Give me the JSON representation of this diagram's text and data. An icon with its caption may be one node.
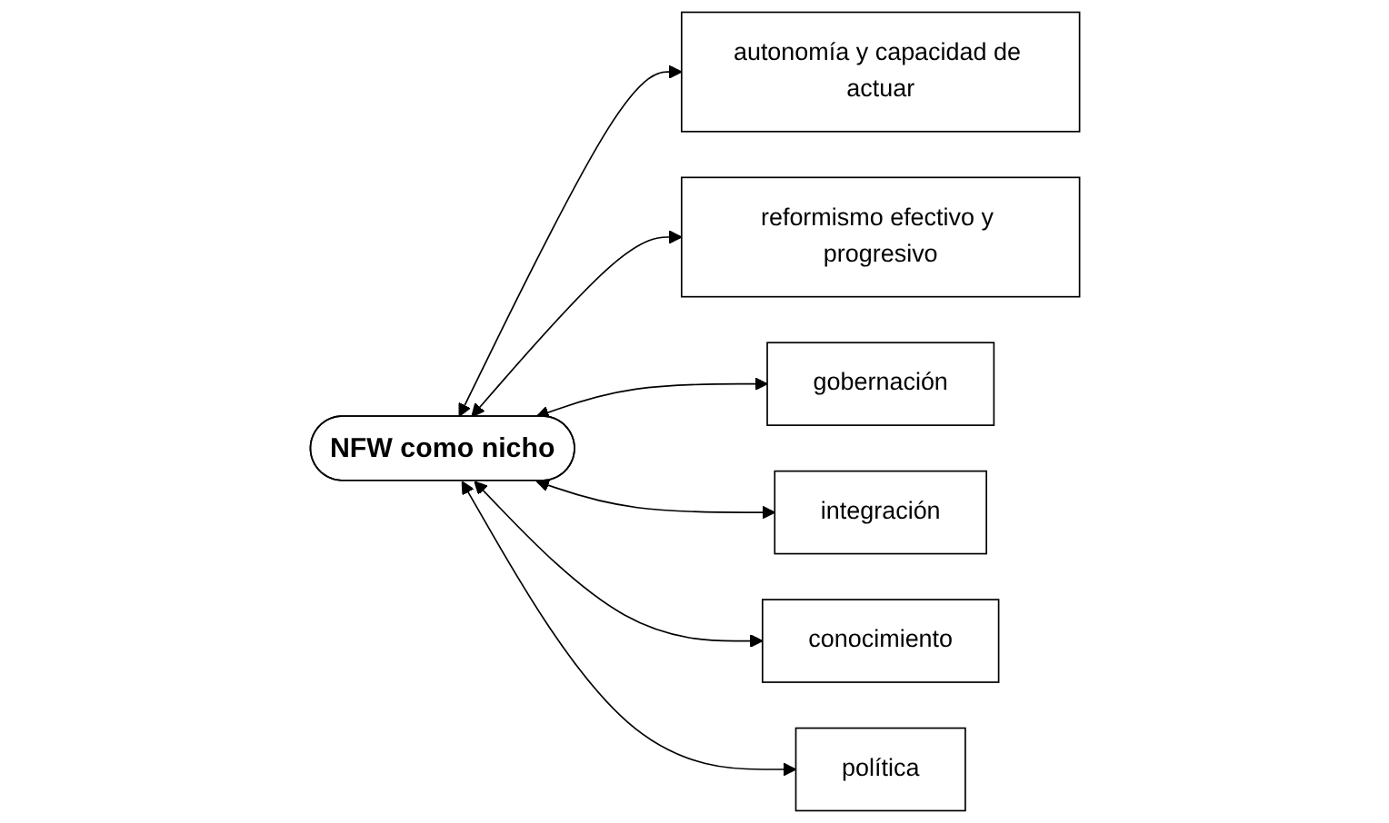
{
  "diagram": {
    "nodes": [
      {
        "text": [
          "autonomía y capacidad de actuar"
        ]
      },
      {
        "text": [
          "reformismo efectivo y progresivo"
        ]
      },
      {
        "text": [
          "gobernación"
        ]
      },
      {
        "text": [
          "NFW como nicho"
        ]
      },
      {
        "text": [
          "integración"
        ]
      },
      {
        "text": [
          "conocimiento"
        ]
      },
      {
        "text": [
          "política"
        ]
      }
    ],
    "edges": [
      {
        "from": 3,
        "to": 0,
        "arrow": "both"
      },
      {
        "from": 3,
        "to": 1,
        "arrow": "both"
      },
      {
        "from": 3,
        "to": 2,
        "arrow": "both"
      },
      {
        "from": 3,
        "to": 4,
        "arrow": "both"
      },
      {
        "from": 3,
        "to": 5,
        "arrow": "both"
      },
      {
        "from": 3,
        "to": 6,
        "arrow": "both"
      }
    ]
  }
}
